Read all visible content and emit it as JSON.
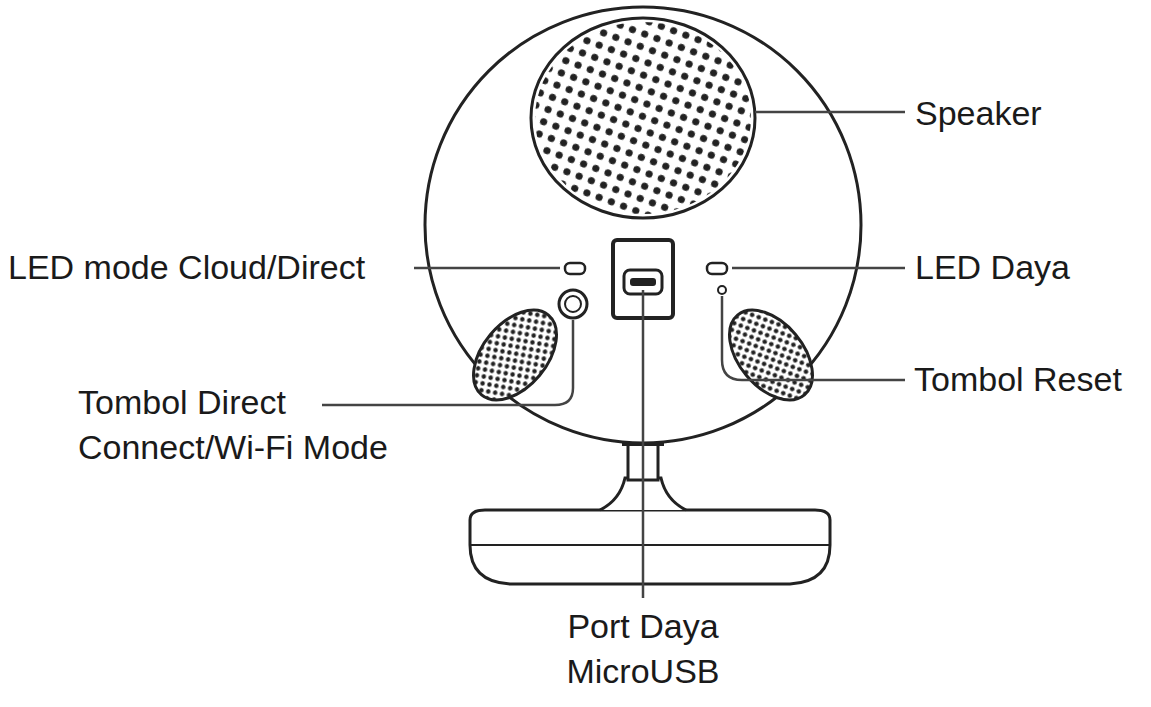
{
  "diagram": {
    "labels": [
      "Speaker",
      "LED mode Cloud/Direct",
      "LED Daya",
      "Tombol Direct Connect/Wi-Fi Mode",
      "Tombol Reset",
      "Port Daya MicroUSB"
    ]
  }
}
